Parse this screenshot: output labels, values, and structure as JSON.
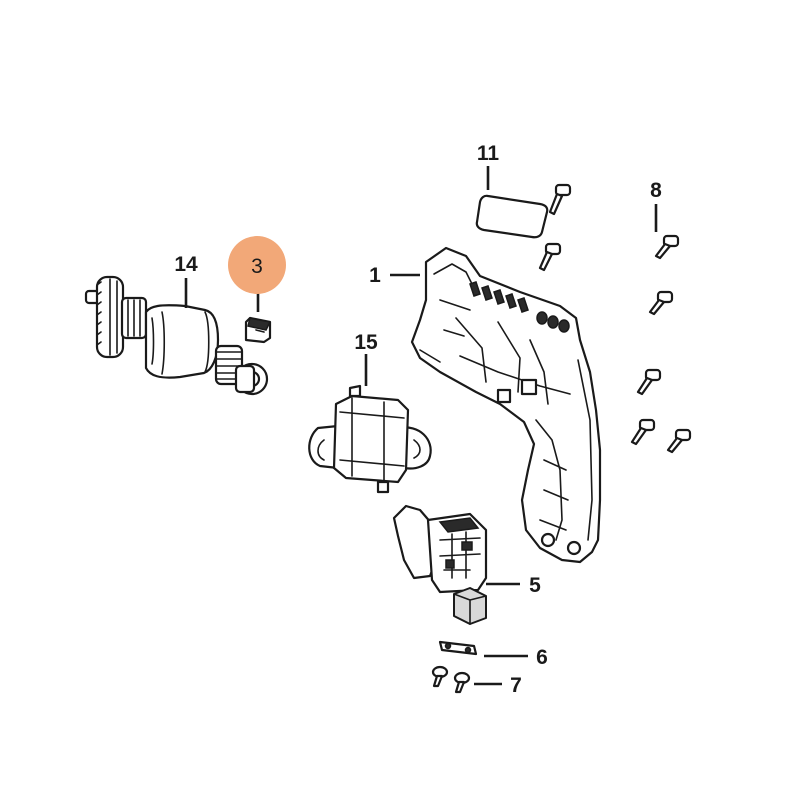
{
  "diagram": {
    "highlight_color": "#f2a878",
    "callouts": {
      "c1": "1",
      "c3": "3",
      "c5": "5",
      "c6": "6",
      "c7": "7",
      "c8": "8",
      "c11": "11",
      "c14": "14",
      "c15": "15"
    }
  }
}
